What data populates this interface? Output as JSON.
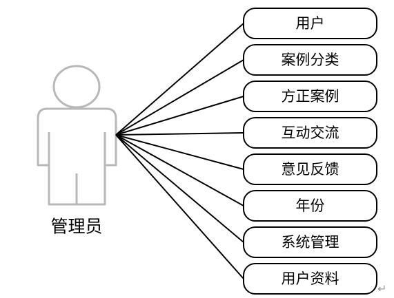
{
  "actor": {
    "label": "管理员"
  },
  "use_cases": [
    {
      "label": "用户"
    },
    {
      "label": "案例分类"
    },
    {
      "label": "方正案例"
    },
    {
      "label": "互动交流"
    },
    {
      "label": "意见反馈"
    },
    {
      "label": "年份"
    },
    {
      "label": "系统管理"
    },
    {
      "label": "用户资料"
    }
  ],
  "paragraph_mark": "↵",
  "colors": {
    "stroke": "#000000",
    "actor_outline": "#b8b8b8",
    "mark": "#9a9a9a"
  }
}
